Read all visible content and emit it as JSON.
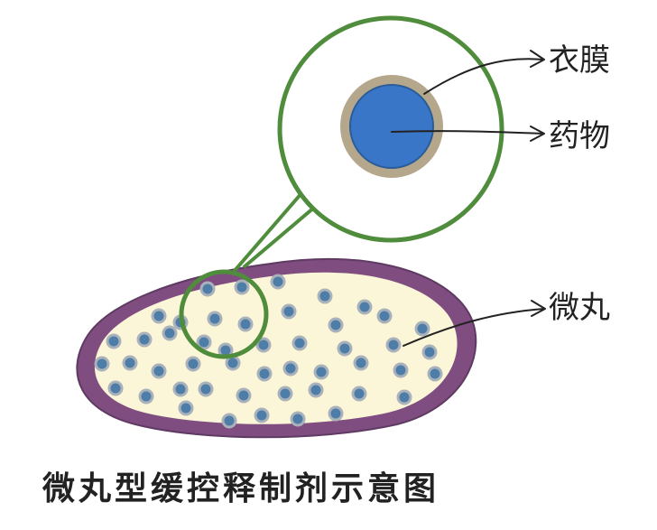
{
  "colors": {
    "background": "#ffffff",
    "pellet_outline": "#7f4d80",
    "pellet_fill": "#fbf6d8",
    "granule_core": "#4e7da8",
    "granule_ring": "#a9b1ba",
    "magnifier": "#4f8c3c",
    "coating": "#b5a78b",
    "drug": "#3a76c8",
    "drug_outline": "#2a5d98",
    "ink": "#222222"
  },
  "labels": {
    "coating": "衣膜",
    "drug": "药物",
    "pellet": "微丸"
  },
  "caption": "微丸型缓控释制剂示意图"
}
